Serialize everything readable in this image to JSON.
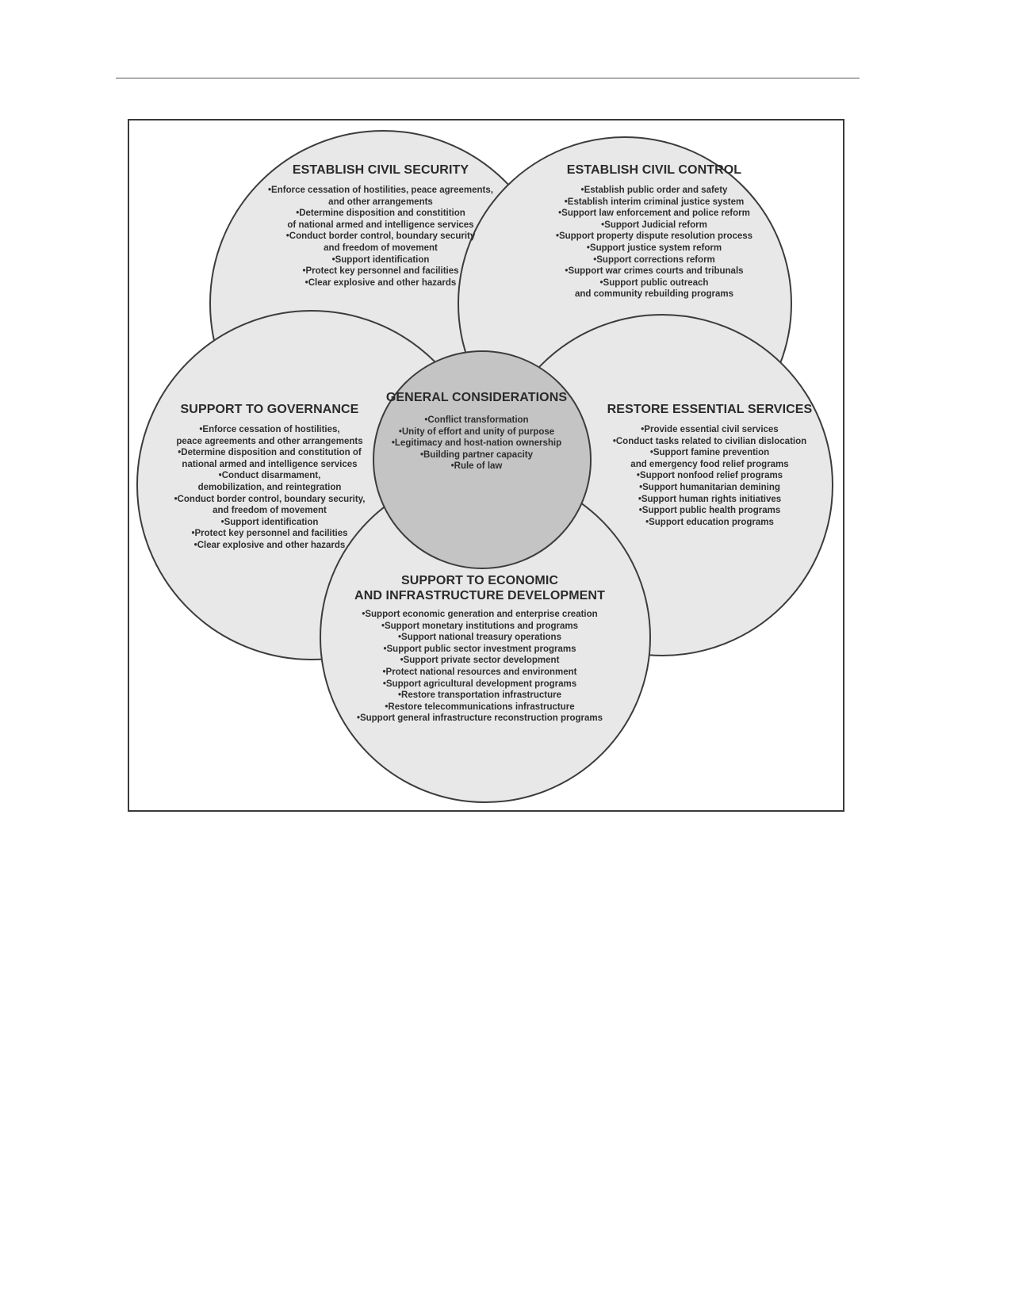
{
  "diagram": {
    "circles": [
      {
        "id": "security",
        "title_lines": [
          "ESTABLISH CIVIL SECURITY"
        ],
        "items": [
          "•Enforce cessation of hostilities, peace agreements,",
          "and other arrangements",
          "•Determine disposition and constitition",
          "of national armed and intelligence services",
          "•Conduct border control, boundary security",
          "and freedom of movement",
          "•Support identification",
          "•Protect key personnel and facilities",
          "•Clear explosive and other hazards"
        ]
      },
      {
        "id": "control",
        "title_lines": [
          "ESTABLISH CIVIL CONTROL"
        ],
        "items": [
          "•Establish public order and safety",
          "•Establish interim criminal justice system",
          "•Support law enforcement and police reform",
          "•Support Judicial reform",
          "•Support property dispute resolution process",
          "•Support justice system reform",
          "•Support corrections reform",
          "•Support war crimes courts and tribunals",
          "•Support public outreach",
          "and community rebuilding programs"
        ]
      },
      {
        "id": "governance",
        "title_lines": [
          "SUPPORT TO GOVERNANCE"
        ],
        "items": [
          "•Enforce cessation of hostilities,",
          "peace agreements and other arrangements",
          "•Determine disposition and constitution of",
          "national armed and intelligence services",
          "•Conduct disarmament,",
          "demobilization, and reintegration",
          "•Conduct border control, boundary security,",
          "and freedom of movement",
          "•Support identification",
          "•Protect key personnel and facilities",
          "•Clear explosive and other hazards"
        ]
      },
      {
        "id": "general",
        "title_lines": [
          "GENERAL CONSIDERATIONS"
        ],
        "items": [
          "•Conflict transformation",
          "•Unity of effort and unity of purpose",
          "•Legitimacy and host-nation ownership",
          "•Building partner capacity",
          "•Rule of law"
        ]
      },
      {
        "id": "restore",
        "title_lines": [
          "RESTORE ESSENTIAL SERVICES"
        ],
        "items": [
          "•Provide essential civil services",
          "•Conduct tasks related to civilian dislocation",
          "•Support famine prevention",
          "and emergency food relief programs",
          "•Support nonfood relief programs",
          "•Support humanitarian demining",
          "•Support human rights initiatives",
          "•Support public health programs",
          "•Support education programs"
        ]
      },
      {
        "id": "economic",
        "title_lines": [
          "SUPPORT TO ECONOMIC",
          "AND INFRASTRUCTURE DEVELOPMENT"
        ],
        "items": [
          "•Support economic generation and enterprise creation",
          "•Support monetary institutions and programs",
          "•Support national treasury operations",
          "•Support public sector investment programs",
          "•Support private sector development",
          "•Protect national resources and environment",
          "•Support agricultural development programs",
          "•Restore transportation infrastructure",
          "•Restore telecommunications infrastructure",
          "•Support general infrastructure reconstruction programs"
        ]
      }
    ]
  }
}
